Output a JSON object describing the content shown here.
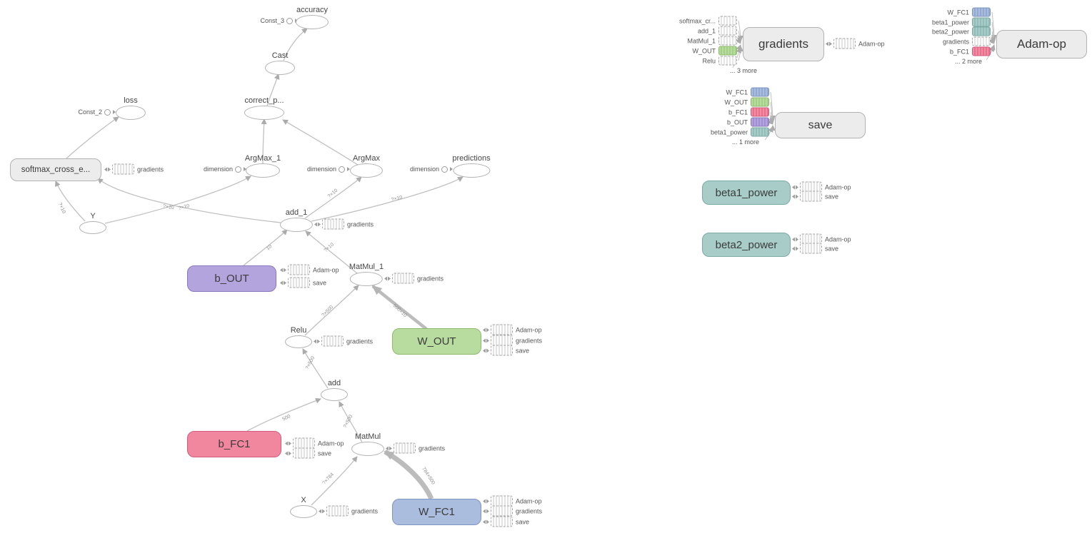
{
  "colors": {
    "edge": "#c0c0c0",
    "node_gray_fill": "#ececec",
    "node_gray_stroke": "#b2b2b2",
    "purple_fill": "#b3a4dd",
    "pink_fill": "#f1879f",
    "green_fill": "#b8dc9f",
    "blue_fill": "#aabdde",
    "teal_fill": "#a8cdc9"
  },
  "ops": {
    "accuracy": "accuracy",
    "cast": "Cast",
    "correct_p": "correct_p...",
    "loss": "loss",
    "argmax_1": "ArgMax_1",
    "argmax": "ArgMax",
    "predictions": "predictions",
    "y": "Y",
    "add_1": "add_1",
    "matmul_1": "MatMul_1",
    "relu": "Relu",
    "add": "add",
    "matmul": "MatMul",
    "x": "X"
  },
  "params": {
    "softmax": "softmax_cross_e...",
    "b_out": "b_OUT",
    "w_out": "W_OUT",
    "b_fc1": "b_FC1",
    "w_fc1": "W_FC1"
  },
  "consts": {
    "const_3": "Const_3",
    "const_2": "Const_2",
    "dimension": "dimension"
  },
  "stubs": {
    "gradients": "gradients",
    "adam_op": "Adam-op",
    "save": "save"
  },
  "aux": {
    "gradients": {
      "label": "gradients",
      "inputs": [
        {
          "label": "softmax_cr...",
          "style": "dashed"
        },
        {
          "label": "add_1",
          "style": "dashed"
        },
        {
          "label": "MatMul_1",
          "style": "dashed"
        },
        {
          "label": "W_OUT",
          "style": "green"
        },
        {
          "label": "Relu",
          "style": "dashed"
        }
      ],
      "more": "... 3 more",
      "output": "Adam-op"
    },
    "adam_op": {
      "label": "Adam-op",
      "inputs": [
        {
          "label": "W_FC1",
          "style": "blue"
        },
        {
          "label": "beta1_power",
          "style": "teal"
        },
        {
          "label": "beta2_power",
          "style": "teal"
        },
        {
          "label": "gradients",
          "style": "dashed"
        },
        {
          "label": "b_FC1",
          "style": "pink"
        }
      ],
      "more": "... 2 more"
    },
    "save": {
      "label": "save",
      "inputs": [
        {
          "label": "W_FC1",
          "style": "blue"
        },
        {
          "label": "W_OUT",
          "style": "green"
        },
        {
          "label": "b_FC1",
          "style": "pink"
        },
        {
          "label": "b_OUT",
          "style": "purple"
        },
        {
          "label": "beta1_power",
          "style": "teal"
        }
      ],
      "more": "... 1 more"
    },
    "beta1_power": {
      "label": "beta1_power",
      "outputs": [
        "Adam-op",
        "save"
      ]
    },
    "beta2_power": {
      "label": "beta2_power",
      "outputs": [
        "Adam-op",
        "save"
      ]
    }
  },
  "edge_labels": {
    "x_to_matmul": "?×784",
    "wfc1_to_matmul": "784×500",
    "matmul_to_add": "?×500",
    "bfc1_to_add": "500",
    "add_to_relu": "?×500",
    "relu_to_matmul1": "?×500",
    "wout_to_matmul1": "500×10",
    "matmul1_to_add1": "?×10",
    "bout_to_add1": "10",
    "add1_to_softmax": "?×10",
    "y_to_softmax": "?×10",
    "y_to_argmax1": "?×10",
    "add1_to_argmax": "?×10",
    "add1_to_predictions": "?×10"
  }
}
